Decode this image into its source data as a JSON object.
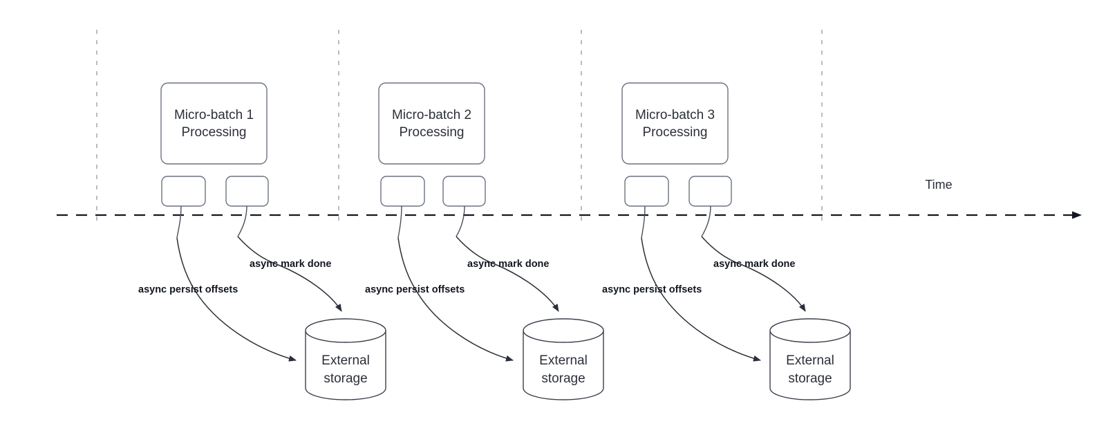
{
  "diagram": {
    "title": "Micro-batch processing timeline with async offset persistence",
    "colors": {
      "background": "#ffffff",
      "node_stroke": "#6b7280",
      "cylinder_stroke": "#3a3f4b",
      "flow_stroke": "#2b2f38",
      "timeline_stroke": "#12161f",
      "tick_stroke": "#b9bcc2",
      "text": "#2b2f38",
      "edge_label_text": "#12161f"
    },
    "timeline": {
      "axis_label": "Time",
      "style": "dashed-arrow-right",
      "tick_count": 4
    },
    "groups": [
      {
        "id": "group-1",
        "batch_label_line1": "Micro-batch 1",
        "batch_label_line2": "Processing",
        "task_boxes": [
          "",
          ""
        ],
        "edges": [
          {
            "id": "persist-1",
            "label": "async persist offsets",
            "target": "External storage"
          },
          {
            "id": "mark-1",
            "label": "async mark done",
            "target": "External storage"
          }
        ],
        "storage_label_line1": "External",
        "storage_label_line2": "storage"
      },
      {
        "id": "group-2",
        "batch_label_line1": "Micro-batch 2",
        "batch_label_line2": "Processing",
        "task_boxes": [
          "",
          ""
        ],
        "edges": [
          {
            "id": "persist-2",
            "label": "async persist offsets",
            "target": "External storage"
          },
          {
            "id": "mark-2",
            "label": "async mark done",
            "target": "External storage"
          }
        ],
        "storage_label_line1": "External",
        "storage_label_line2": "storage"
      },
      {
        "id": "group-3",
        "batch_label_line1": "Micro-batch 3",
        "batch_label_line2": "Processing",
        "task_boxes": [
          "",
          ""
        ],
        "edges": [
          {
            "id": "persist-3",
            "label": "async persist offsets",
            "target": "External storage"
          },
          {
            "id": "mark-3",
            "label": "async mark done",
            "target": "External storage"
          }
        ],
        "storage_label_line1": "External",
        "storage_label_line2": "storage"
      }
    ]
  }
}
